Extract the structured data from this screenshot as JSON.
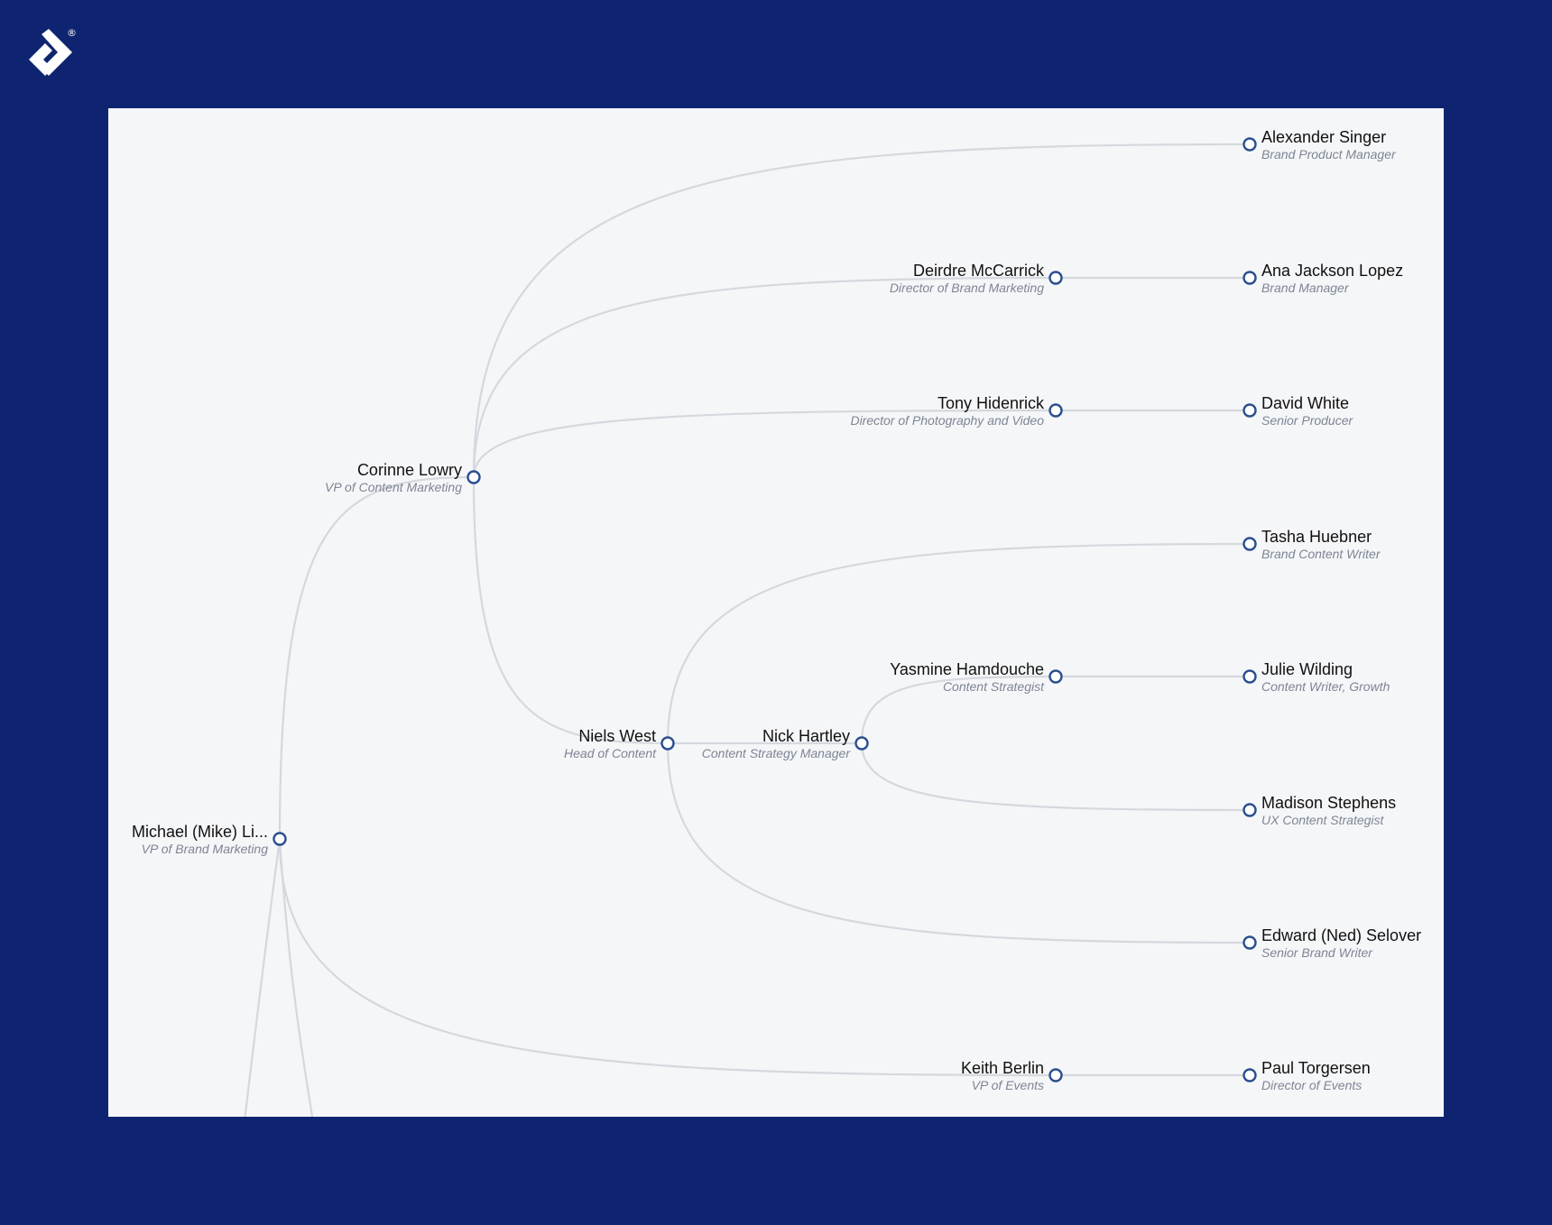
{
  "brand": {
    "logo_icon": "toptal-logo-icon",
    "registered_mark": "®"
  },
  "colors": {
    "page_bg": "#0f2470",
    "panel_bg": "#f5f6f8",
    "link": "#d5d8de",
    "node_stroke": "#2a4f8f"
  },
  "nodes": [
    {
      "id": "mike",
      "name": "Michael (Mike) Li...",
      "title": "VP of Brand Marketing"
    },
    {
      "id": "corinne",
      "name": "Corinne Lowry",
      "title": "VP of Content Marketing"
    },
    {
      "id": "niels",
      "name": "Niels West",
      "title": "Head of Content"
    },
    {
      "id": "nick",
      "name": "Nick Hartley",
      "title": "Content Strategy Manager"
    },
    {
      "id": "deirdre",
      "name": "Deirdre McCarrick",
      "title": "Director of Brand Marketing"
    },
    {
      "id": "tony",
      "name": "Tony Hidenrick",
      "title": "Director of Photography and Video"
    },
    {
      "id": "yasmine",
      "name": "Yasmine Hamdouche",
      "title": "Content Strategist"
    },
    {
      "id": "keith",
      "name": "Keith Berlin",
      "title": "VP of Events"
    },
    {
      "id": "alexander",
      "name": "Alexander Singer",
      "title": "Brand Product Manager"
    },
    {
      "id": "ana",
      "name": "Ana Jackson Lopez",
      "title": "Brand Manager"
    },
    {
      "id": "david",
      "name": "David White",
      "title": "Senior Producer"
    },
    {
      "id": "tasha",
      "name": "Tasha Huebner",
      "title": "Brand Content Writer"
    },
    {
      "id": "julie",
      "name": "Julie Wilding",
      "title": "Content Writer, Growth"
    },
    {
      "id": "madison",
      "name": "Madison Stephens",
      "title": "UX Content Strategist"
    },
    {
      "id": "edward",
      "name": "Edward (Ned) Selover",
      "title": "Senior Brand Writer"
    },
    {
      "id": "paul",
      "name": "Paul Torgersen",
      "title": "Director of Events"
    }
  ],
  "links": [
    [
      "mike",
      "corinne"
    ],
    [
      "mike",
      "keith"
    ],
    [
      "corinne",
      "alexander"
    ],
    [
      "corinne",
      "deirdre"
    ],
    [
      "corinne",
      "tony"
    ],
    [
      "corinne",
      "niels"
    ],
    [
      "deirdre",
      "ana"
    ],
    [
      "tony",
      "david"
    ],
    [
      "niels",
      "tasha"
    ],
    [
      "niels",
      "nick"
    ],
    [
      "niels",
      "edward"
    ],
    [
      "nick",
      "yasmine"
    ],
    [
      "nick",
      "madison"
    ],
    [
      "yasmine",
      "julie"
    ],
    [
      "keith",
      "paul"
    ]
  ]
}
